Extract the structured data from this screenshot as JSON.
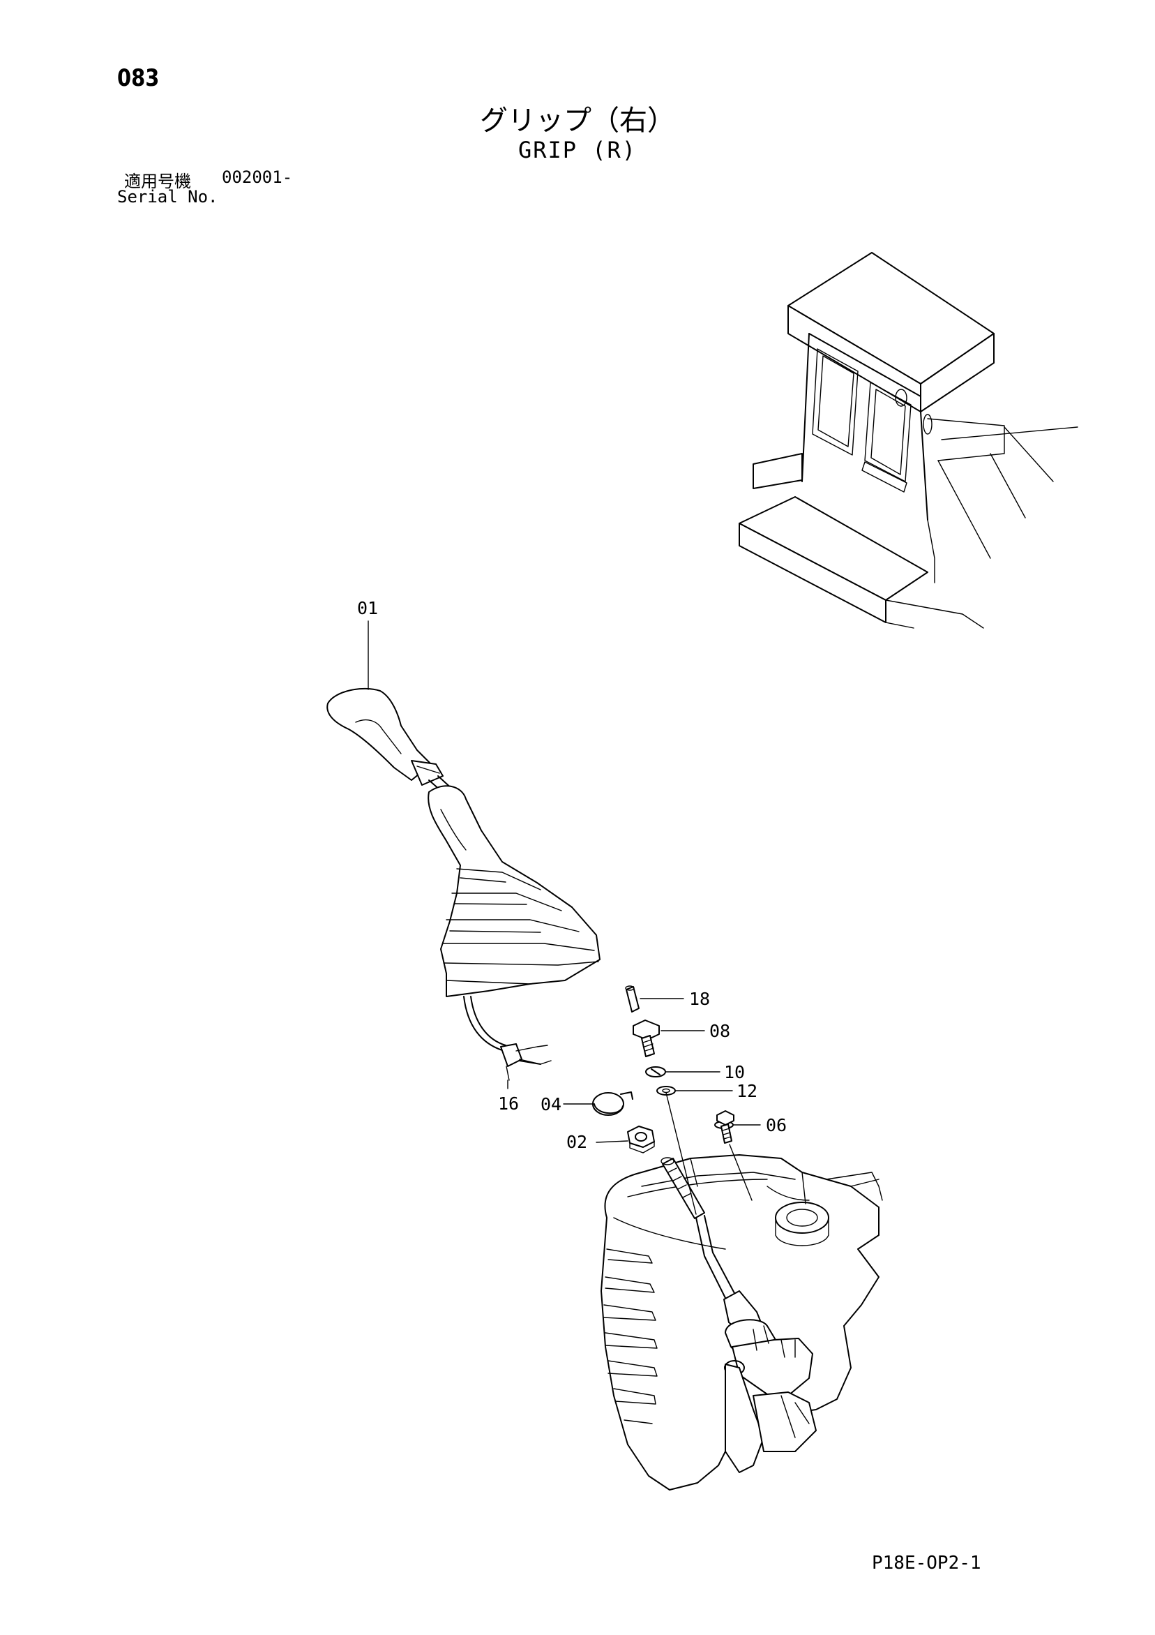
{
  "header": {
    "page_number": "083",
    "title_jp": "グリップ（右）",
    "title_en": "GRIP (R)"
  },
  "serial": {
    "label_jp": "適用号機",
    "value": "002001-",
    "label_en": "Serial No."
  },
  "parts": [
    {
      "key": "p01",
      "label": "01"
    },
    {
      "key": "p02",
      "label": "02"
    },
    {
      "key": "p04",
      "label": "04"
    },
    {
      "key": "p06",
      "label": "06"
    },
    {
      "key": "p08",
      "label": "08"
    },
    {
      "key": "p10",
      "label": "10"
    },
    {
      "key": "p12",
      "label": "12"
    },
    {
      "key": "p16",
      "label": "16"
    },
    {
      "key": "p18",
      "label": "18"
    }
  ],
  "footer": {
    "code": "P18E-OP2-1"
  }
}
